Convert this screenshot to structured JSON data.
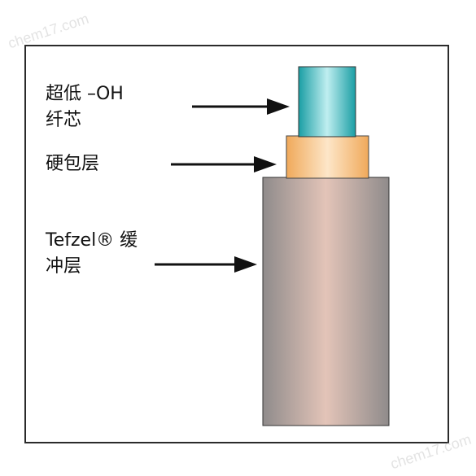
{
  "labels": {
    "core": "超低 –OH\n纤芯",
    "hard_cladding": "硬包层",
    "buffer": "Tefzel® 缓\n冲层"
  },
  "watermarks": {
    "top": "chem17.com",
    "bottom": "chem17.com"
  },
  "colors": {
    "core": "#3fb9bf",
    "hard_cladding": "#f4c08a",
    "buffer": "#a59e9b",
    "arrow": "#111111",
    "frame": "#2b2b2b"
  }
}
